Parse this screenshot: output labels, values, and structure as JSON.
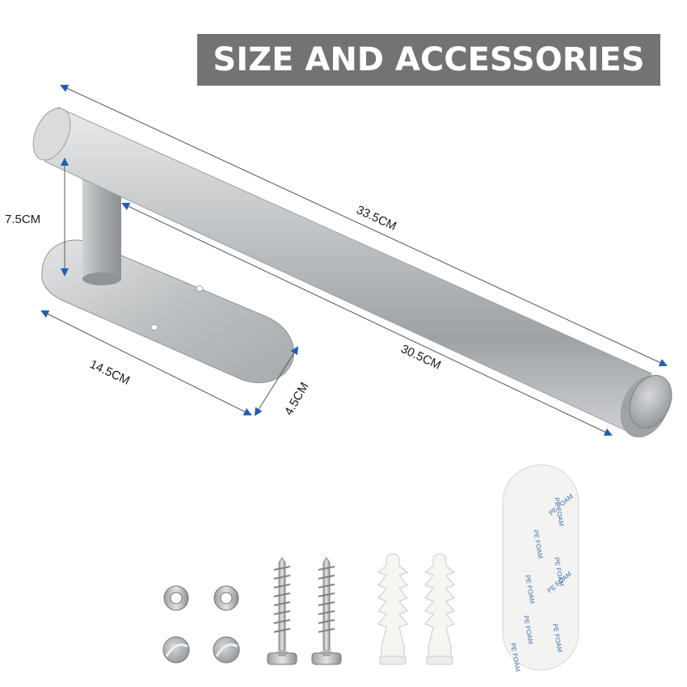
{
  "banner": {
    "title": "SIZE AND ACCESSORIES"
  },
  "dimensions": {
    "total_length": "33.5CM",
    "bar_length": "30.5CM",
    "base_length": "14.5CM",
    "base_width": "4.5CM",
    "post_height": "7.5CM"
  },
  "accessories": {
    "pad_text": "PE FOAM"
  },
  "colors": {
    "banner_bg": "#737373",
    "arrow": "#1f5fae",
    "steel": "#b9bcbf"
  }
}
